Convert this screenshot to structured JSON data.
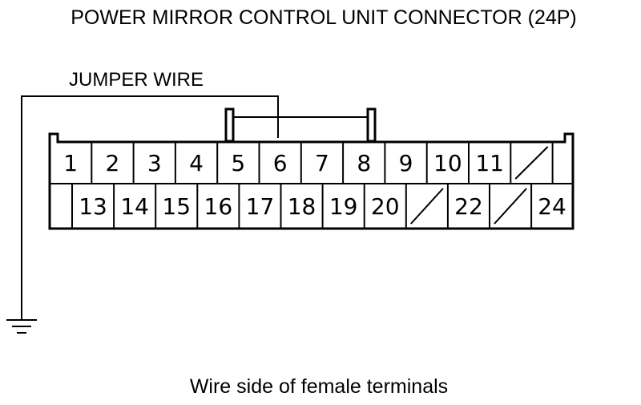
{
  "title": "POWER MIRROR CONTROL UNIT CONNECTOR (24P)",
  "jumper_label": "JUMPER WIRE",
  "caption": "Wire side of female terminals",
  "row1_pins": [
    "1",
    "2",
    "3",
    "4",
    "5",
    "6",
    "7",
    "8",
    "9",
    "10",
    "11",
    "",
    ""
  ],
  "row2_pins": [
    "",
    "13",
    "14",
    "15",
    "16",
    "17",
    "18",
    "19",
    "20",
    "",
    "22",
    "",
    "24"
  ],
  "row1_empty_slashed": [
    11
  ],
  "row2_empty_slashed": [
    9,
    11
  ],
  "jumper_between_pins": [
    "5",
    "8"
  ],
  "jumper_to_pin": "6",
  "colors": {
    "line": "#000000",
    "background": "#ffffff"
  },
  "icons": {
    "ground": "ground-symbol-icon"
  }
}
